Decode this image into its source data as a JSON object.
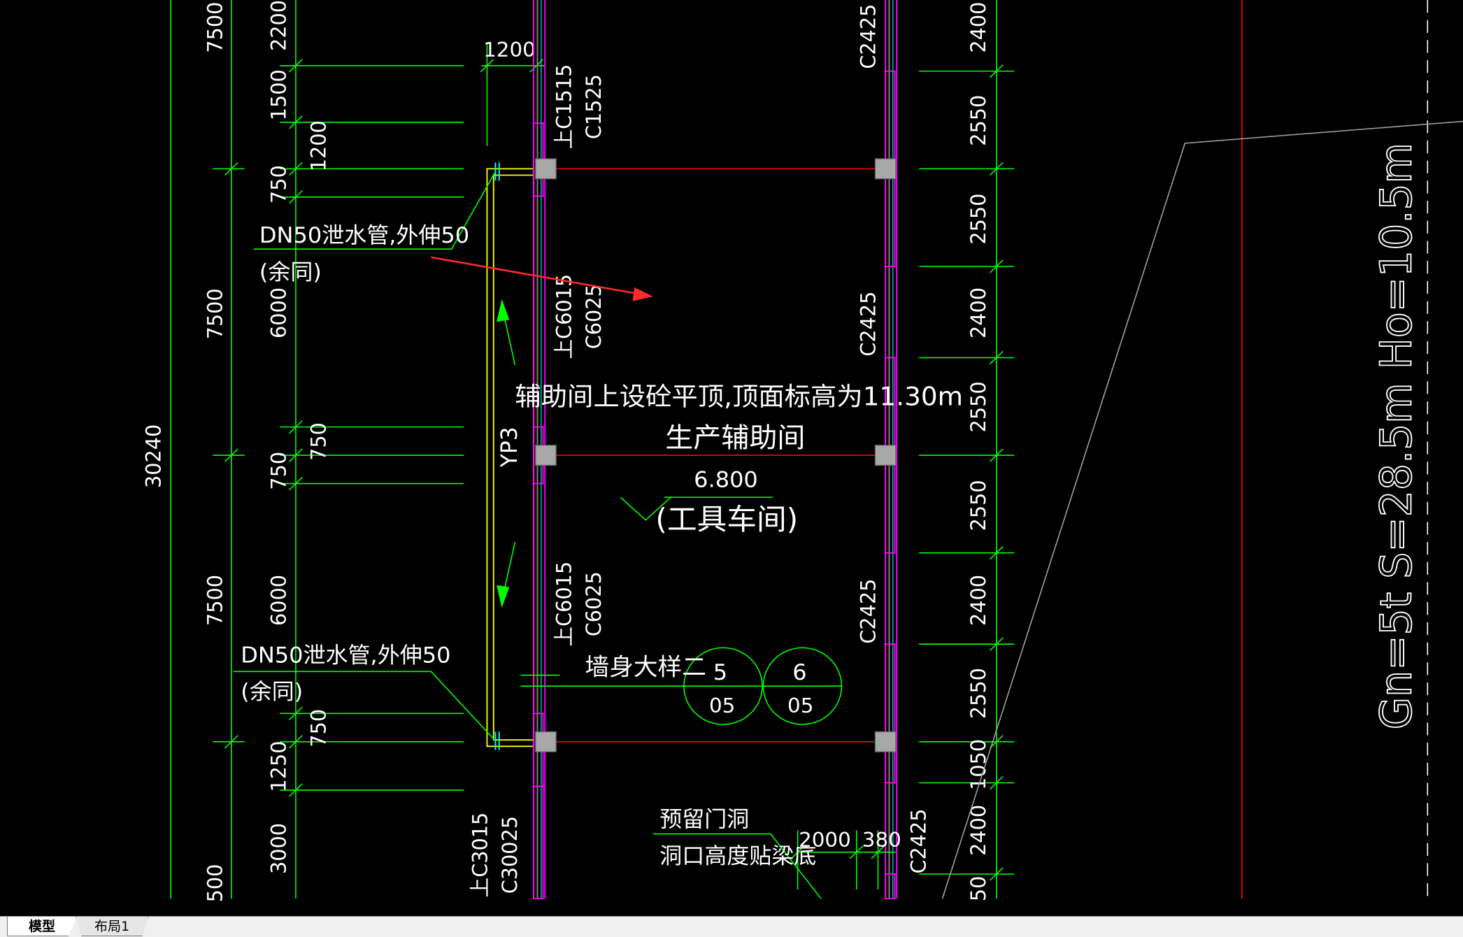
{
  "colors": {
    "background": "#000000",
    "dimension": "#00ff00",
    "text": "#ffffff",
    "axis_red": "#ff0000",
    "wall_yellow": "#ffff00",
    "window_magenta": "#ff00ff",
    "pipe_cyan": "#00ffff",
    "column_gray": "#aaaaaa",
    "arrow_red": "#ff2a2a"
  },
  "dims_far_left": {
    "total": "30240",
    "bay1": "7500",
    "bay2": "7500",
    "bay3": "7500"
  },
  "dims_left_column": [
    "2200",
    "1500",
    "750",
    "6000",
    "750",
    "750",
    "6000",
    "750",
    "1250",
    "3000",
    "500"
  ],
  "dims_inner": {
    "top_width": "1200",
    "top_height": "1200",
    "mid": "750"
  },
  "windows_left": {
    "w1_upper": "上C1515",
    "w1_lower": "C1525",
    "w2_upper": "上C6015",
    "w2_lower": "C6025",
    "w3_upper": "上C6015",
    "w3_lower": "C6025",
    "w4_upper": "上C3015",
    "w4_lower": "C30025"
  },
  "windows_right": [
    "C2425",
    "C2425",
    "C2425",
    "C2425"
  ],
  "dims_right_column": [
    "2400",
    "2550",
    "2550",
    "2400",
    "2550",
    "2550",
    "2400",
    "2550",
    "1050",
    "2400",
    "50"
  ],
  "drain_note_1": {
    "line1": "DN50泄水管,外伸50",
    "line2": "(余同)"
  },
  "drain_note_2": {
    "line1": "DN50泄水管,外伸50",
    "line2": "(余同)"
  },
  "gutter_label": "YP3",
  "room": {
    "roof_note": "辅助间上设砼平顶,顶面标高为11.30m",
    "name": "生产辅助间",
    "elevation": "6.800",
    "subname": "(工具车间)"
  },
  "wall_detail": {
    "label": "墙身大样二",
    "bubble1_top": "5",
    "bubble1_bottom": "05",
    "bubble2_top": "6",
    "bubble2_bottom": "05"
  },
  "door_note": {
    "line1": "预留门洞",
    "line2": "洞口高度贴梁底"
  },
  "door_dims": {
    "width": "2000",
    "side": "380"
  },
  "crane_note": "Gn=5t S=28.5m Ho=10.5m",
  "tabs": {
    "model": "模型",
    "layout1": "布局1"
  }
}
